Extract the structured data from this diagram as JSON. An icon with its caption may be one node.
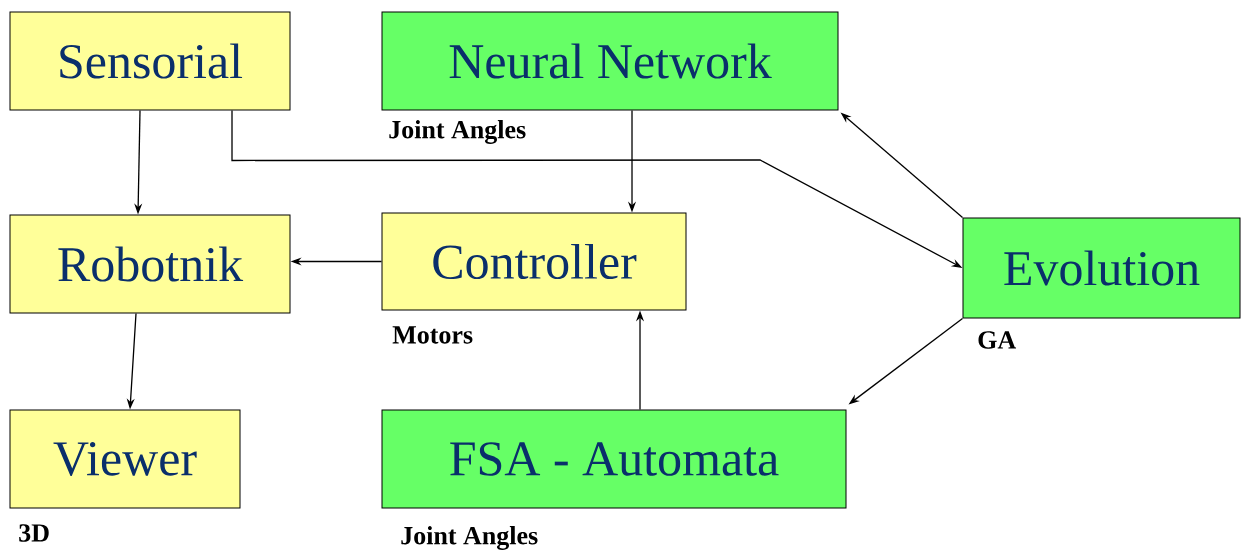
{
  "diagram": {
    "nodes": [
      {
        "text": [
          "Sensorial"
        ]
      },
      {
        "text": [
          "Neural Network"
        ],
        "beside": [
          "Joint Angles"
        ]
      },
      {
        "text": [
          "Robotnik"
        ]
      },
      {
        "text": [
          "Controller"
        ],
        "beside": [
          "Motors"
        ]
      },
      {
        "text": [
          "Evolution"
        ],
        "beside": [
          "GA"
        ]
      },
      {
        "text": [
          "Viewer"
        ],
        "beside": [
          "3D"
        ]
      },
      {
        "text": [
          "FSA - Automata"
        ],
        "beside": [
          "Joint Angles"
        ]
      }
    ],
    "edges": [
      {
        "from": 0,
        "to": 2,
        "arrow": "to"
      },
      {
        "from": 0,
        "to": 4,
        "arrow": "to"
      },
      {
        "from": 1,
        "to": 3,
        "arrow": "to"
      },
      {
        "from": 3,
        "to": 2,
        "arrow": "to"
      },
      {
        "from": 2,
        "to": 5,
        "arrow": "to"
      },
      {
        "from": 4,
        "to": 1,
        "arrow": "to"
      },
      {
        "from": 4,
        "to": 6,
        "arrow": "to"
      },
      {
        "from": 6,
        "to": 3,
        "arrow": "to"
      }
    ]
  }
}
